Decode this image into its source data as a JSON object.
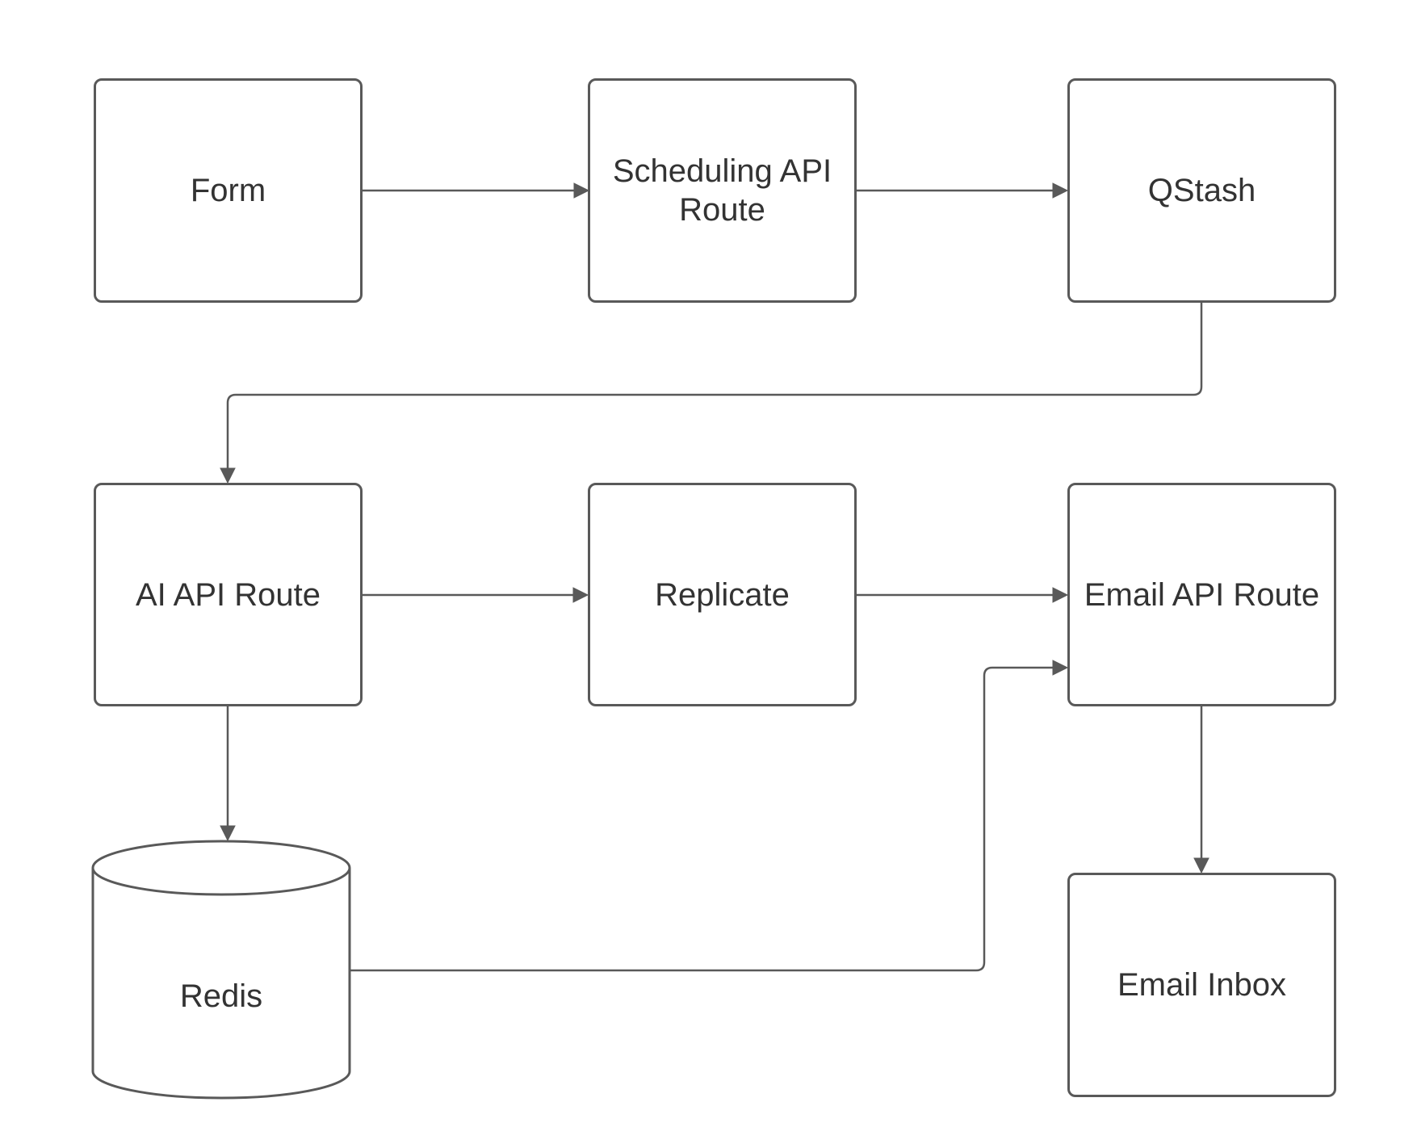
{
  "diagram": {
    "background_color": "#ffffff",
    "stroke_color": "#595959",
    "text_color": "#333333",
    "nodes": {
      "form": {
        "label": "Form",
        "shape": "rounded-rect"
      },
      "scheduling_api_route": {
        "label": "Scheduling API Route",
        "shape": "rounded-rect"
      },
      "qstash": {
        "label": "QStash",
        "shape": "rounded-rect"
      },
      "ai_api_route": {
        "label": "AI API Route",
        "shape": "rounded-rect"
      },
      "replicate": {
        "label": "Replicate",
        "shape": "rounded-rect"
      },
      "email_api_route": {
        "label": "Email API Route",
        "shape": "rounded-rect"
      },
      "redis": {
        "label": "Redis",
        "shape": "cylinder"
      },
      "email_inbox": {
        "label": "Email Inbox",
        "shape": "rounded-rect"
      }
    },
    "edges": [
      {
        "from": "form",
        "to": "scheduling_api_route"
      },
      {
        "from": "scheduling_api_route",
        "to": "qstash"
      },
      {
        "from": "qstash",
        "to": "ai_api_route"
      },
      {
        "from": "ai_api_route",
        "to": "replicate"
      },
      {
        "from": "replicate",
        "to": "email_api_route"
      },
      {
        "from": "ai_api_route",
        "to": "redis"
      },
      {
        "from": "redis",
        "to": "email_api_route"
      },
      {
        "from": "email_api_route",
        "to": "email_inbox"
      }
    ]
  }
}
